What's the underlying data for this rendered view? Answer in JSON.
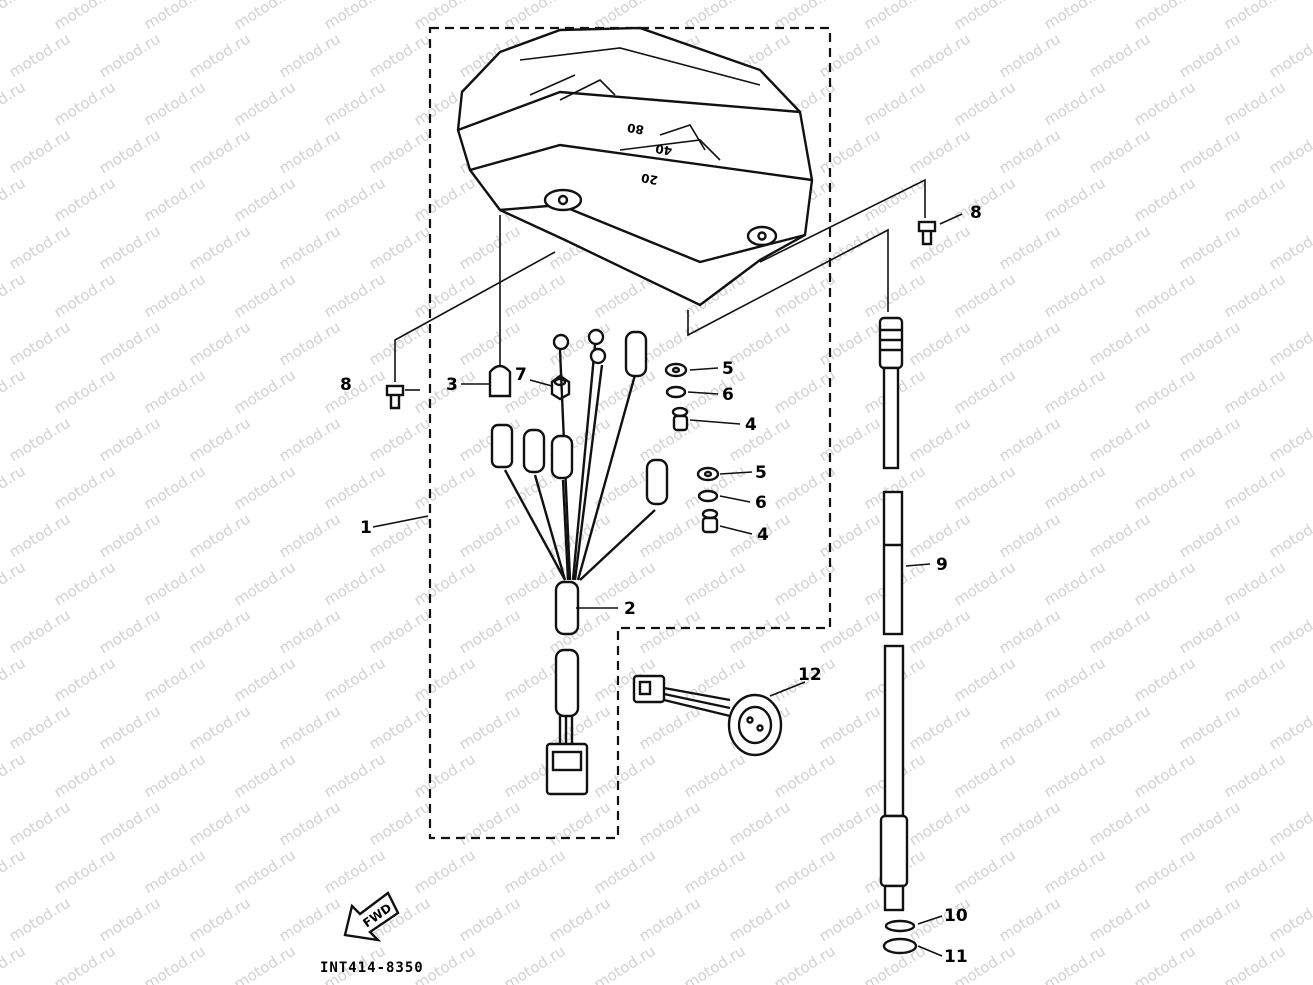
{
  "watermark": "motod.ru",
  "diagram_code": "INT414-8350",
  "fwd_label": "FWD",
  "callouts": {
    "c1": "1",
    "c2": "2",
    "c3": "3",
    "c4a": "4",
    "c4b": "4",
    "c5a": "5",
    "c5b": "5",
    "c6a": "6",
    "c6b": "6",
    "c7": "7",
    "c8a": "8",
    "c8b": "8",
    "c9": "9",
    "c10": "10",
    "c11": "11",
    "c12": "12"
  },
  "meter_face": {
    "n1": "20",
    "n2": "80",
    "n3": "40"
  }
}
